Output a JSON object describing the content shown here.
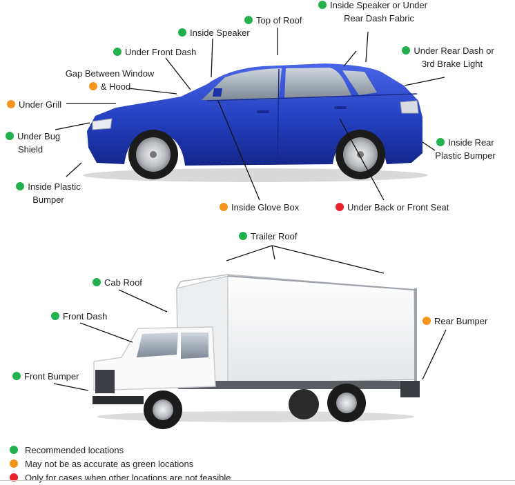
{
  "colors": {
    "recommended": "#22b14c",
    "less_accurate": "#f7941d",
    "last_resort": "#e8232b",
    "car_body": "#2a47c8",
    "leader_line": "#111111"
  },
  "car_labels": {
    "inside_speaker_under_rear_dash_fabric": {
      "line1": "Inside Speaker or Under",
      "line2": "Rear Dash Fabric",
      "status": "recommended"
    },
    "top_of_roof": {
      "text": "Top of Roof",
      "status": "recommended"
    },
    "inside_speaker": {
      "text": "Inside Speaker",
      "status": "recommended"
    },
    "under_rear_dash_3rd_brake_light": {
      "line1": "Under Rear Dash or",
      "line2": "3rd Brake Light",
      "status": "recommended"
    },
    "under_front_dash": {
      "text": "Under Front Dash",
      "status": "recommended"
    },
    "gap_between_window_hood": {
      "line1": "Gap Between Window",
      "line2": "& Hood",
      "status": "less_accurate"
    },
    "under_grill": {
      "text": "Under Grill",
      "status": "less_accurate"
    },
    "under_bug_shield": {
      "line1": "Under Bug",
      "line2": "Shield",
      "status": "recommended"
    },
    "inside_rear_plastic_bumper": {
      "line1": "Inside Rear",
      "line2": "Plastic Bumper",
      "status": "recommended"
    },
    "inside_plastic_bumper": {
      "line1": "Inside Plastic",
      "line2": "Bumper",
      "status": "recommended"
    },
    "inside_glove_box": {
      "text": "Inside Glove Box",
      "status": "less_accurate"
    },
    "under_back_front_seat": {
      "text": "Under Back or Front Seat",
      "status": "last_resort"
    }
  },
  "truck_labels": {
    "trailer_roof": {
      "text": "Trailer Roof",
      "status": "recommended"
    },
    "cab_roof": {
      "text": "Cab Roof",
      "status": "recommended"
    },
    "front_dash": {
      "text": "Front Dash",
      "status": "recommended"
    },
    "rear_bumper": {
      "text": "Rear Bumper",
      "status": "less_accurate"
    },
    "front_bumper": {
      "text": "Front Bumper",
      "status": "recommended"
    }
  },
  "legend": [
    {
      "text": "Recommended locations",
      "status": "recommended"
    },
    {
      "text": "May not be as accurate as green locations",
      "status": "less_accurate"
    },
    {
      "text": "Only for cases when other locations are not feasible",
      "status": "last_resort"
    }
  ]
}
